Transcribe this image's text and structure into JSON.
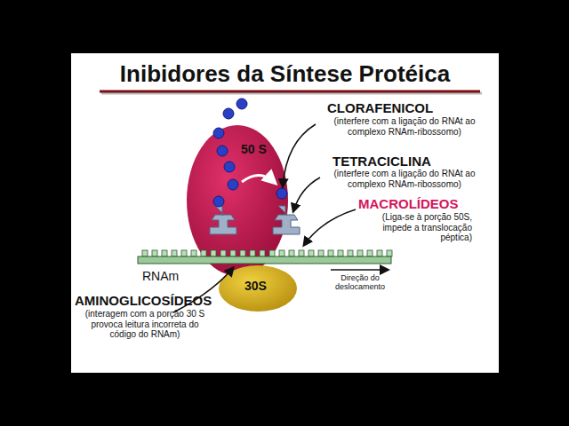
{
  "diagram": {
    "title": "Inibidores da Síntese Protéica",
    "nodes": [
      {
        "text": [
          "50 S"
        ]
      },
      {
        "text": [
          "30S"
        ]
      }
    ],
    "labels": [
      "CLORAFENICOL",
      "(interfere com a ligação do RNAt ao complexo RNAm-ribossomo)",
      "TETRACICLINA",
      "(interfere com a ligação do RNAt ao complexo RNAm-ribossomo)",
      "MACROLÍDEOS",
      "(Liga-se à porção 50S, impede a translocação péptica)",
      "AMINOGLICOSÍDEOS",
      "(interagem com a porção 30 S provoca leitura incorreta do código do RNAm)",
      "RNAm",
      "Direção do deslocamento"
    ]
  }
}
